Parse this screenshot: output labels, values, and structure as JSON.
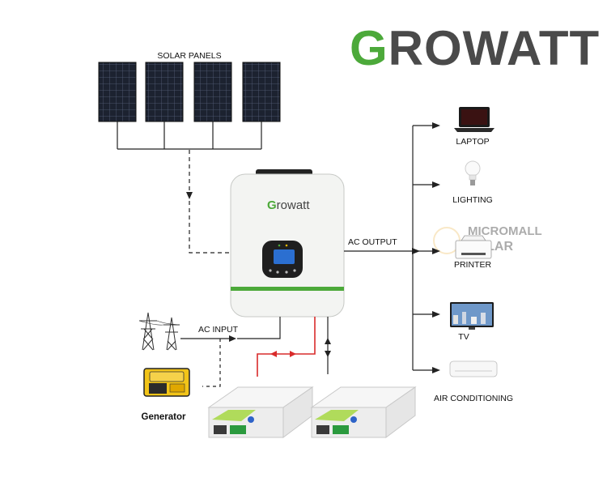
{
  "brand": {
    "initial": "G",
    "rest": "ROWATT",
    "green": "#4ca93a",
    "gray": "#4a4a4a"
  },
  "labels": {
    "solar_panels": "SOLAR PANELS",
    "ac_output": "AC OUTPUT",
    "ac_input": "AC INPUT",
    "generator": "Generator",
    "laptop": "LAPTOP",
    "lighting": "LIGHTING",
    "printer": "PRINTER",
    "tv": "TV",
    "air_conditioning": "AIR CONDITIONING"
  },
  "inverter": {
    "logo_initial": "G",
    "logo_rest": "rowatt"
  },
  "watermark": {
    "line1": "MICROMALL",
    "line2": "SOLAR"
  },
  "colors": {
    "line": "#222222",
    "battery_link": "#d92b2b",
    "accent_green": "#4ca93a"
  }
}
